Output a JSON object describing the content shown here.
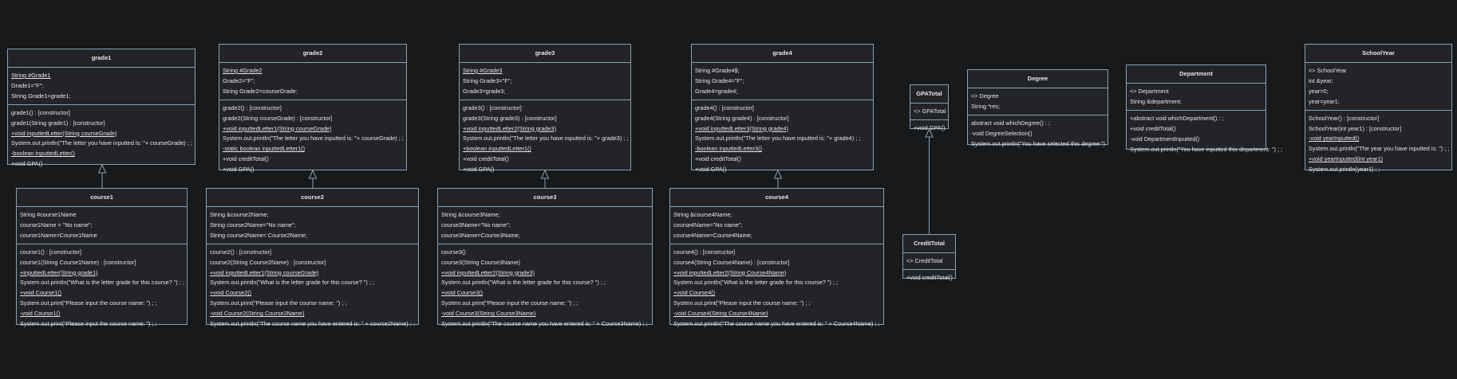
{
  "classes": [
    {
      "key": "grade1",
      "name": "grade1",
      "sections": [
        [
          {
            "t": "String #Grade1",
            "u": true
          },
          {
            "t": "Grade1=\"F\";"
          },
          {
            "t": "String Grade1=grade1;"
          }
        ],
        [
          {
            "t": "grade1() : [constructor]"
          },
          {
            "t": "grade1(String grade1) : [constructor]"
          },
          {
            "t": "+void inputtedLetter(String courseGrade)",
            "u": true
          },
          {
            "t": "System.out.println(\"The letter you have inputted is: \"+ courseGrade) ; ;"
          },
          {
            "t": "-boolean inputtedLetter()",
            "u": true
          },
          {
            "t": "+void GPA()"
          }
        ]
      ]
    },
    {
      "key": "grade2",
      "name": "grade2",
      "sections": [
        [
          {
            "t": "String #Grade2",
            "u": true
          },
          {
            "t": "Grade2=\"F\";"
          },
          {
            "t": "String Grade2=courseGrade;"
          }
        ],
        [
          {
            "t": "grade2() : [constructor]"
          },
          {
            "t": "grade2(String courseGrade) : [constructor]"
          },
          {
            "t": "+void inputtedLetter1(String courseGrade)",
            "u": true
          },
          {
            "t": "System.out.println(\"The letter you have inputted is: \"+ courseGrade) ; ;"
          },
          {
            "t": "-static boolean inputtedLetter1()",
            "u": true
          },
          {
            "t": "+void creditTotal()"
          },
          {
            "t": "+void GPA()"
          }
        ]
      ]
    },
    {
      "key": "grade3",
      "name": "grade3",
      "sections": [
        [
          {
            "t": "String #Grade3",
            "u": true
          },
          {
            "t": "String Grade3=\"F\";"
          },
          {
            "t": "Grade3=grade3;"
          }
        ],
        [
          {
            "t": "grade3() : [constructor]"
          },
          {
            "t": "grade3(String grade3) : [constructor]"
          },
          {
            "t": "+void inputtedLetter2(String grade3)",
            "u": true
          },
          {
            "t": "System.out.println(\"The letter you have inputted is: \"+ grade3) ; ;"
          },
          {
            "t": "+boolean inputtedLetter1()",
            "u": true
          },
          {
            "t": "+void creditTotal()"
          },
          {
            "t": "+void GPA()"
          }
        ]
      ]
    },
    {
      "key": "grade4",
      "name": "grade4",
      "sections": [
        [
          {
            "t": "String #Grade4$;"
          },
          {
            "t": "String Grade4=\"F\";"
          },
          {
            "t": "Grade4=grade4;"
          }
        ],
        [
          {
            "t": "grade4() : [constructor]"
          },
          {
            "t": "grade4(String grade4) : [constructor]"
          },
          {
            "t": "+void inputtedLetter3(String grade4)",
            "u": true
          },
          {
            "t": "System.out.println(\"The letter you have inputted is: \"+ grade4) ; ;"
          },
          {
            "t": "-boolean inputtedLetter3()",
            "u": true
          },
          {
            "t": "+void creditTotal()"
          },
          {
            "t": "+void GPA()"
          }
        ]
      ]
    },
    {
      "key": "gpatotal",
      "name": "GPATotal",
      "sections": [
        [
          {
            "t": "<> GPATotal"
          }
        ],
        [
          {
            "t": "+void GPA()"
          }
        ]
      ]
    },
    {
      "key": "degree",
      "name": "Degree",
      "sections": [
        [
          {
            "t": "<> Degree"
          },
          {
            "t": "String *res;"
          }
        ],
        [
          {
            "t": "abstract void whichDegree() : ;"
          },
          {
            "t": "-void DegreeSelection()"
          },
          {
            "t": "System.out.println(\"You have selected this degree:\")"
          }
        ]
      ]
    },
    {
      "key": "department",
      "name": "Department",
      "sections": [
        [
          {
            "t": "<> Department"
          },
          {
            "t": "String &department;"
          }
        ],
        [
          {
            "t": "+abstract void whichDepartment() : ;"
          },
          {
            "t": "+void creditTotal()"
          },
          {
            "t": "-void DepartmentInputted()"
          },
          {
            "t": "System.out.println(\"You have inputted this department: \") ; ;"
          }
        ]
      ]
    },
    {
      "key": "schoolyear",
      "name": "SchoolYear",
      "sections": [
        [
          {
            "t": "<> SchoolYear"
          },
          {
            "t": "int &year;"
          },
          {
            "t": "year=0;"
          },
          {
            "t": "year=year1;"
          }
        ],
        [
          {
            "t": "SchoolYear() : [constructor]"
          },
          {
            "t": "SchoolYear(int year1) : [constructor]"
          },
          {
            "t": "-void yearInputted()",
            "u": true
          },
          {
            "t": "System.out.println(\"The year you have inputted is: \") ; ;"
          },
          {
            "t": "+void yearInputted(int year1)",
            "u": true
          },
          {
            "t": "System.out.println(year1) ; ;"
          }
        ]
      ]
    },
    {
      "key": "course1",
      "name": "course1",
      "sections": [
        [
          {
            "t": "String #course1Name"
          },
          {
            "t": "course1Name = \"No name\";"
          },
          {
            "t": "course1Name=Course1Name"
          }
        ],
        [
          {
            "t": "course1() : [constructor]"
          },
          {
            "t": "course1(String Course1Name) : [constructor]"
          },
          {
            "t": "+inputtedLetter(String grade1)",
            "u": true
          },
          {
            "t": "System.out.println(\"What is the letter grade for this course? \") ; ;"
          },
          {
            "t": "+void Course1()",
            "u": true
          },
          {
            "t": "System.out.print(\"Please input the course name: \") ; ;"
          },
          {
            "t": "-void Course1()",
            "u": true
          },
          {
            "t": "System.out.print(\"Please input the course name: \") ; ;"
          }
        ]
      ]
    },
    {
      "key": "course2",
      "name": "course2",
      "sections": [
        [
          {
            "t": "String &course2Name;"
          },
          {
            "t": "String course2Name=\"No name\";"
          },
          {
            "t": "String course2Name= Course2Name;"
          }
        ],
        [
          {
            "t": "course2() : [constructor]"
          },
          {
            "t": "course2(String Course2Name) : [constructor]"
          },
          {
            "t": "+void inputtedLetter1(String courseGrade)",
            "u": true
          },
          {
            "t": "System.out.println(\"What is the letter grade for this course? \") ; ;"
          },
          {
            "t": "+void Course2()",
            "u": true
          },
          {
            "t": "System.out.print(\"Please input the course name: \") ; ;"
          },
          {
            "t": "-void Course2(String Course2Name)",
            "u": true
          },
          {
            "t": "System.out.println(\"The course name you have entered is: \" + course2Name) ; ;"
          }
        ]
      ]
    },
    {
      "key": "course3",
      "name": "course3",
      "sections": [
        [
          {
            "t": "String &course3Name;"
          },
          {
            "t": "course3Name=\"No name\";"
          },
          {
            "t": "course3Name=Course3Name;"
          }
        ],
        [
          {
            "t": "course3()"
          },
          {
            "t": "course3(String Course3Name)"
          },
          {
            "t": "+void inputtedLetter2(String grade3)",
            "u": true
          },
          {
            "t": "System.out.println(\"What is the letter grade for this course? \") ; ;"
          },
          {
            "t": "+void Course3()",
            "u": true
          },
          {
            "t": "System.out.print(\"Please input the course name: \") ; ;"
          },
          {
            "t": "-void Course3(String Course3Name)",
            "u": true
          },
          {
            "t": "System.out.println(\"The course name you have entered is: \" + Course3Name) ; ;"
          }
        ]
      ]
    },
    {
      "key": "course4",
      "name": "course4",
      "sections": [
        [
          {
            "t": "String &course4Name;"
          },
          {
            "t": "course4Name=\"No name\";"
          },
          {
            "t": "course4Name=Course4Name;"
          }
        ],
        [
          {
            "t": "course4() : [constructor]"
          },
          {
            "t": "course4(String Course4Name) : [constructor]"
          },
          {
            "t": "+void inputtedLetter2(String Course4Name)",
            "u": true
          },
          {
            "t": "System.out.println(\"What is the letter grade for this course? \") ; ;"
          },
          {
            "t": "+void Course4()",
            "u": true
          },
          {
            "t": "System.out.print(\"Please input the course name: \") ; ;"
          },
          {
            "t": "-void Course4(String Course4Name)",
            "u": true
          },
          {
            "t": "System.out.println(\"The course name you have entered is: \" + Course4Name) ; ;"
          }
        ]
      ]
    },
    {
      "key": "credittotal",
      "name": "CreditTotal",
      "sections": [
        [
          {
            "t": "<> CreditTotal"
          }
        ],
        [
          {
            "t": "+void creditTotal()"
          }
        ]
      ]
    }
  ],
  "relations": [
    {
      "from": "course1",
      "to": "grade1",
      "kind": "inheritance"
    },
    {
      "from": "course2",
      "to": "grade2",
      "kind": "inheritance"
    },
    {
      "from": "course3",
      "to": "grade3",
      "kind": "inheritance"
    },
    {
      "from": "course4",
      "to": "grade4",
      "kind": "inheritance"
    },
    {
      "from": "credittotal",
      "to": "gpatotal",
      "kind": "inheritance"
    }
  ],
  "colors": {
    "background": "#18191b",
    "box": "#222427",
    "border": "#8aa0b3",
    "text": "#e6e6e6"
  }
}
